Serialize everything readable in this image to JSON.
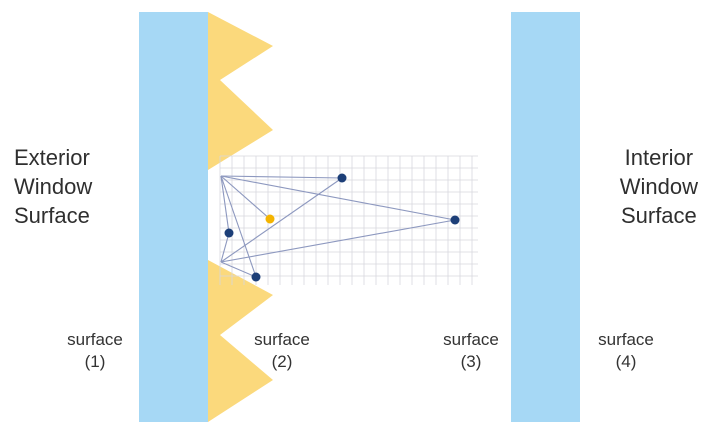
{
  "exterior_title": [
    "Exterior",
    "Window",
    "Surface"
  ],
  "interior_title": [
    "Interior",
    "Window",
    "Surface"
  ],
  "surfaces": [
    {
      "name": "surface",
      "num": "(1)"
    },
    {
      "name": "surface",
      "num": "(2)"
    },
    {
      "name": "surface",
      "num": "(3)"
    },
    {
      "name": "surface",
      "num": "(4)"
    }
  ],
  "colors": {
    "glass": "#a6d8f5",
    "coating": "#fbd97c",
    "grid": "#d7d7de",
    "ray": "#8d98bf",
    "dot": "#1d3f78",
    "highlight_dot": "#f4b400"
  }
}
